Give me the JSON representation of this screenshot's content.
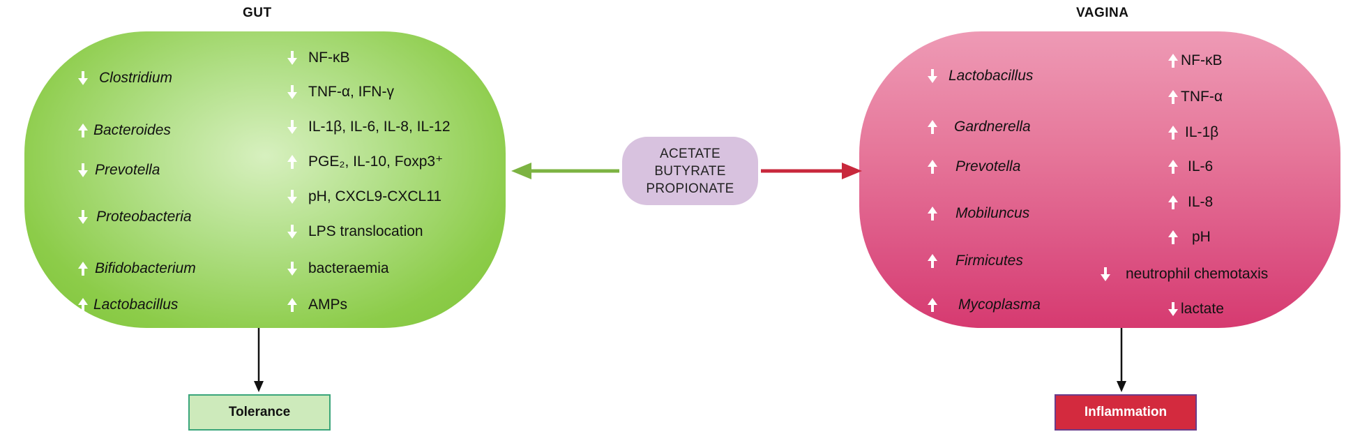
{
  "gut": {
    "title": "GUT",
    "taxa": [
      {
        "name": "Clostridium",
        "dir": "down"
      },
      {
        "name": "Bacteroides",
        "dir": "up"
      },
      {
        "name": "Prevotella",
        "dir": "down"
      },
      {
        "name": "Proteobacteria",
        "dir": "down"
      },
      {
        "name": "Bifidobacterium",
        "dir": "up"
      },
      {
        "name": "Lactobacillus",
        "dir": "up"
      }
    ],
    "markers": [
      {
        "label": "NF-κB",
        "dir": "down"
      },
      {
        "label": "TNF-α, IFN-γ",
        "dir": "down"
      },
      {
        "label": "IL-1β, IL-6, IL-8, IL-12",
        "dir": "down"
      },
      {
        "label": "PGE₂, IL-10, Foxp3⁺",
        "dir": "up"
      },
      {
        "label": "pH, CXCL9-CXCL11",
        "dir": "down"
      },
      {
        "label": "LPS translocation",
        "dir": "down"
      },
      {
        "label": "bacteraemia",
        "dir": "down"
      },
      {
        "label": "AMPs",
        "dir": "up"
      }
    ],
    "outcome": "Tolerance"
  },
  "vagina": {
    "title": "VAGINA",
    "taxa": [
      {
        "name": "Lactobacillus",
        "dir": "down"
      },
      {
        "name": "Gardnerella",
        "dir": "up"
      },
      {
        "name": "Prevotella",
        "dir": "up"
      },
      {
        "name": "Mobiluncus",
        "dir": "up"
      },
      {
        "name": "Firmicutes",
        "dir": "up"
      },
      {
        "name": "Mycoplasma",
        "dir": "up"
      }
    ],
    "markers": [
      {
        "label": "NF-κB",
        "dir": "up"
      },
      {
        "label": "TNF-α",
        "dir": "up"
      },
      {
        "label": "IL-1β",
        "dir": "up"
      },
      {
        "label": "IL-6",
        "dir": "up"
      },
      {
        "label": "IL-8",
        "dir": "up"
      },
      {
        "label": "pH",
        "dir": "up"
      },
      {
        "label": "neutrophil chemotaxis",
        "dir": "down"
      },
      {
        "label": "lactate",
        "dir": "down"
      }
    ],
    "outcome": "Inflammation"
  },
  "scfa": {
    "lines": [
      "ACETATE",
      "BUTYRATE",
      "PROPIONATE"
    ]
  },
  "colors": {
    "gut_arrow": "#7cb342",
    "vagina_arrow": "#c8283c",
    "arrow_glyph": "#ffffff"
  }
}
